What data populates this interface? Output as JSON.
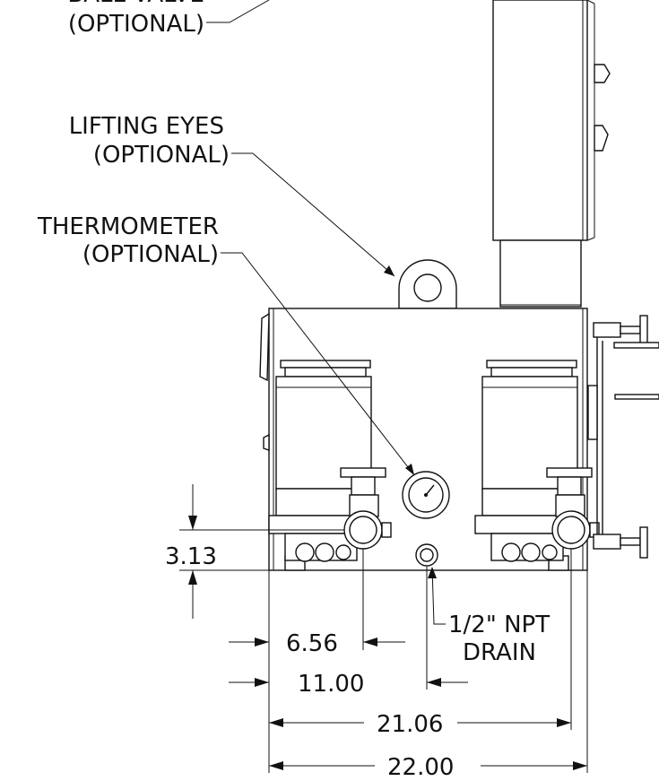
{
  "callouts": {
    "ball_valve": {
      "line1": "BALL VALVE",
      "line2": "(OPTIONAL)"
    },
    "lifting_eyes": {
      "line1": "LIFTING EYES",
      "line2": "(OPTIONAL)"
    },
    "thermometer": {
      "line1": "THERMOMETER",
      "line2": "(OPTIONAL)"
    },
    "drain": {
      "line1": "1/2\" NPT",
      "line2": "DRAIN"
    }
  },
  "dimensions": {
    "height_outlet": "3.13",
    "outlet_offset": "6.56",
    "drain_offset": "11.00",
    "outlet_span": "21.06",
    "overall_width": "22.00"
  }
}
